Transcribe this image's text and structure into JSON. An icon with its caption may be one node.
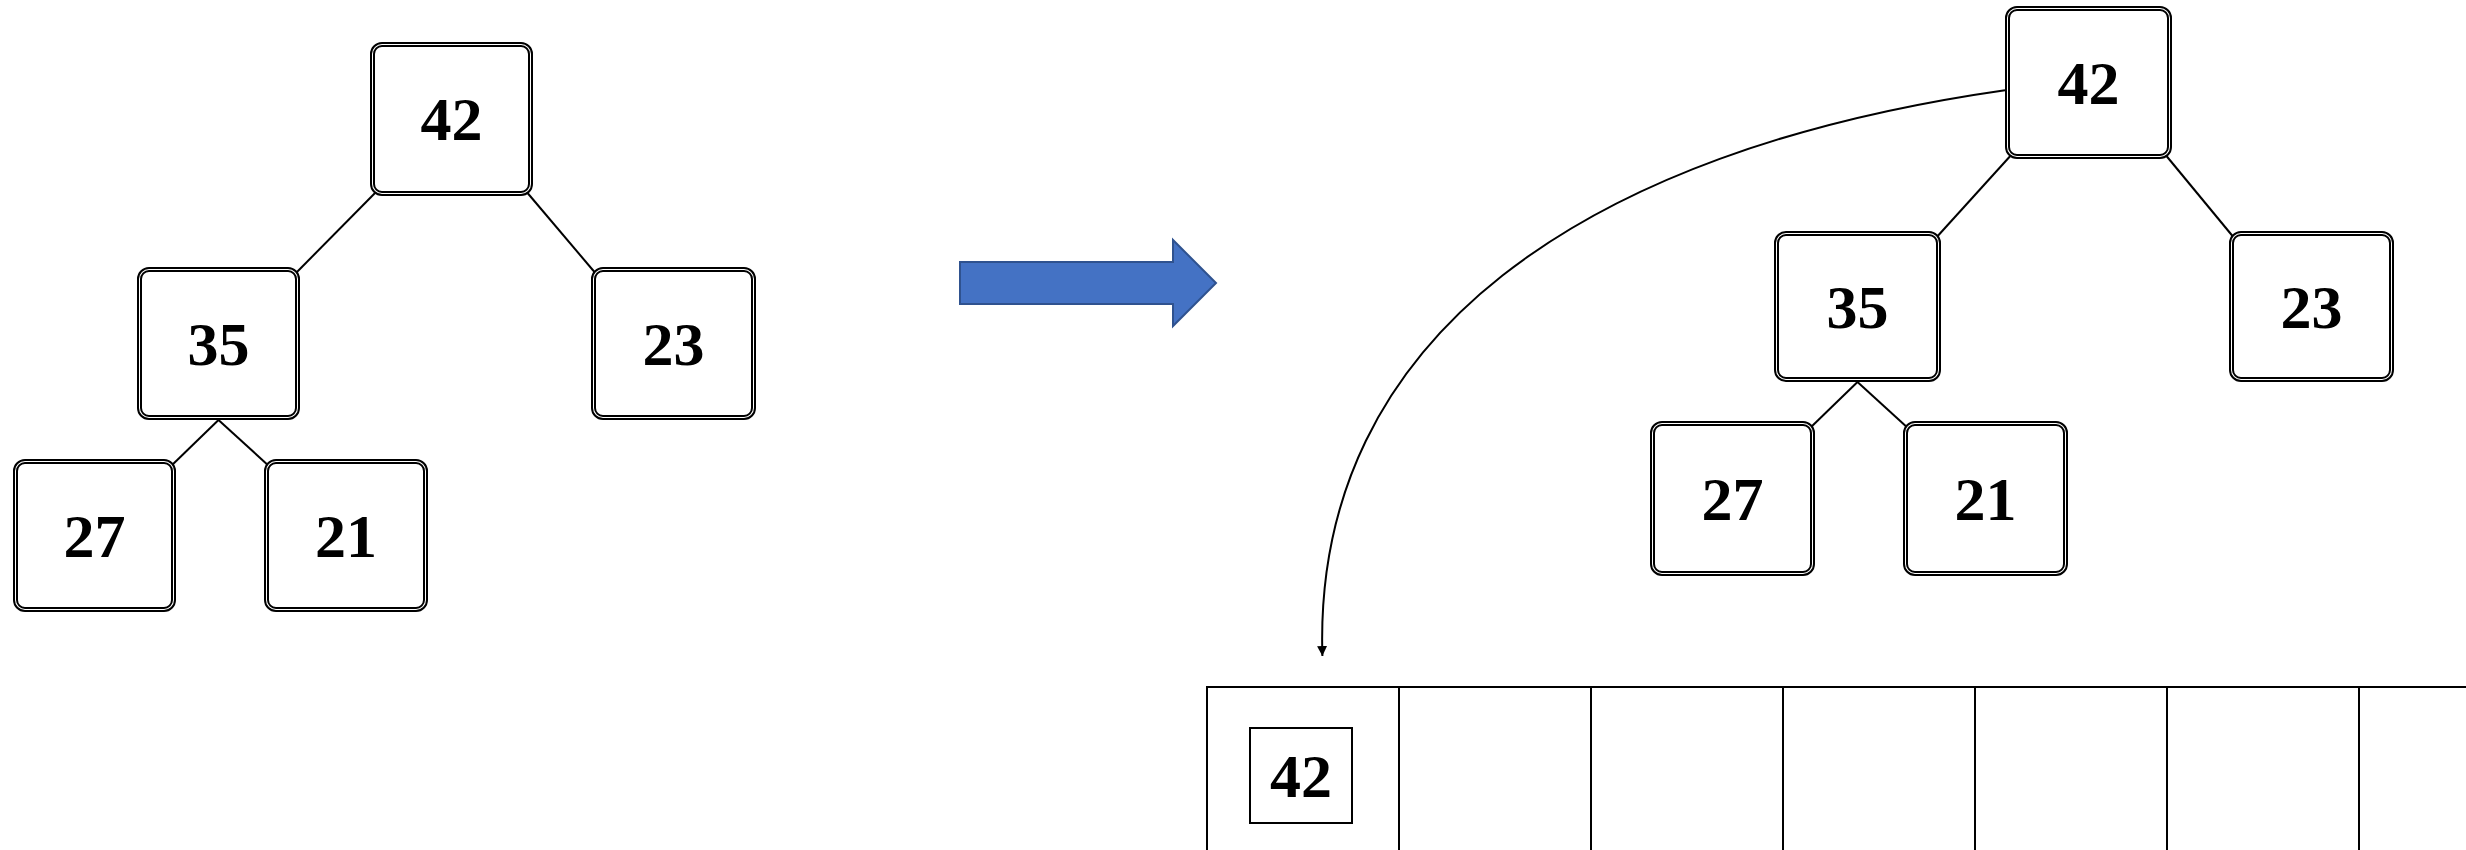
{
  "diagram": {
    "nodes": [
      {
        "text": [
          "42"
        ]
      },
      {
        "text": [
          "35"
        ]
      },
      {
        "text": [
          "23"
        ]
      },
      {
        "text": [
          "27"
        ]
      },
      {
        "text": [
          "21"
        ]
      },
      {
        "text": [
          "42"
        ]
      },
      {
        "text": [
          "35"
        ]
      },
      {
        "text": [
          "23"
        ]
      },
      {
        "text": [
          "27"
        ]
      },
      {
        "text": [
          "21"
        ]
      },
      {
        "text": [],
        "shape": "box"
      },
      {
        "text": [
          "42"
        ],
        "in": 10
      },
      {
        "text": [],
        "shape": "box"
      },
      {
        "text": [],
        "shape": "box"
      },
      {
        "text": [],
        "shape": "box"
      },
      {
        "text": [],
        "shape": "box"
      },
      {
        "text": [],
        "shape": "box"
      },
      {
        "text": [],
        "shape": "box"
      }
    ],
    "edges": [
      {
        "from": 0,
        "to": 1,
        "arrow": "none"
      },
      {
        "from": 0,
        "to": 2,
        "arrow": "none"
      },
      {
        "from": 1,
        "to": 3,
        "arrow": "none"
      },
      {
        "from": 1,
        "to": 4,
        "arrow": "none"
      },
      {
        "from": 5,
        "to": 6,
        "arrow": "none"
      },
      {
        "from": 5,
        "to": 7,
        "arrow": "none"
      },
      {
        "from": 6,
        "to": 8,
        "arrow": "none"
      },
      {
        "from": 6,
        "to": 9,
        "arrow": "none"
      },
      {
        "from": 5,
        "to": 10,
        "arrow": "to"
      }
    ]
  }
}
